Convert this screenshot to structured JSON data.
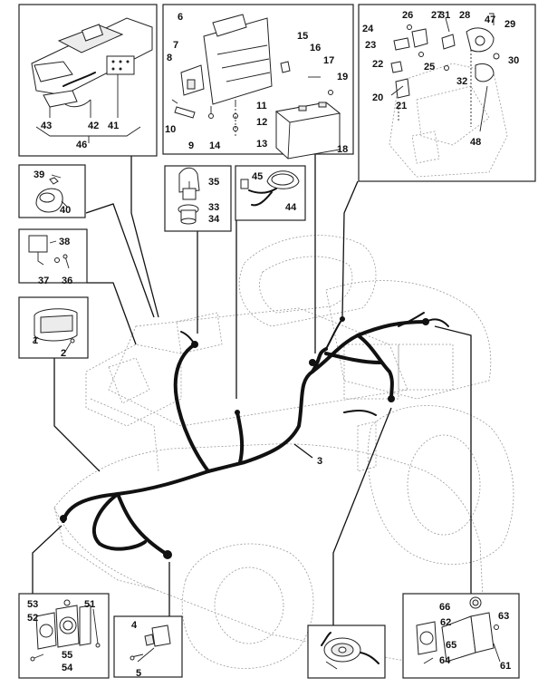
{
  "labels": {
    "l1": "1",
    "l2": "2",
    "l3": "3",
    "l4": "4",
    "l5": "5",
    "l6": "6",
    "l7": "7",
    "l8": "8",
    "l9": "9",
    "l10": "10",
    "l11": "11",
    "l12": "12",
    "l13": "13",
    "l14": "14",
    "l15": "15",
    "l16": "16",
    "l17": "17",
    "l18": "18",
    "l19": "19",
    "l20": "20",
    "l21": "21",
    "l22": "22",
    "l23": "23",
    "l24": "24",
    "l25": "25",
    "l26": "26",
    "l27": "27",
    "l28": "28",
    "l29": "29",
    "l30": "30",
    "l31": "31",
    "l32": "32",
    "l33": "33",
    "l34": "34",
    "l35": "35",
    "l36": "36",
    "l37": "37",
    "l38": "38",
    "l39": "39",
    "l40": "40",
    "l41": "41",
    "l42": "42",
    "l43": "43",
    "l44": "44",
    "l45": "45",
    "l46": "46",
    "l47": "47",
    "l48": "48",
    "l51": "51",
    "l52": "52",
    "l53": "53",
    "l54": "54",
    "l55": "55",
    "l61": "61",
    "l62": "62",
    "l63": "63",
    "l64": "64",
    "l65": "65",
    "l66": "66"
  }
}
